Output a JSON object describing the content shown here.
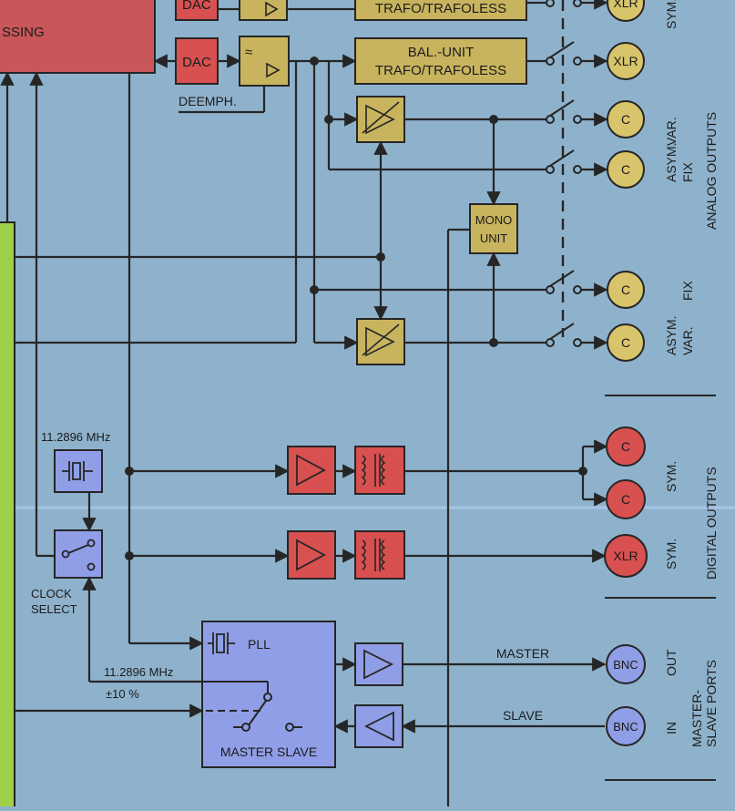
{
  "blocks": {
    "processing": "SSING",
    "dac_top": "DAC",
    "dac": "DAC",
    "deemph": "DEEMPH.",
    "bal_top": "TRAFO/TRAFOLESS",
    "bal_unit_line1": "BAL.-UNIT",
    "bal_unit_line2": "TRAFO/TRAFOLESS",
    "mono_line1": "MONO",
    "mono_line2": "UNIT",
    "osc_freq": "11.2896 MHz",
    "clock_select_line1": "CLOCK",
    "clock_select_line2": "SELECT",
    "pll": "PLL",
    "master_slave": "MASTER SLAVE",
    "vco_freq": "11.2896 MHz",
    "vco_range": "±10 %",
    "master": "MASTER",
    "slave": "SLAVE"
  },
  "connectors": {
    "xlr_top": "XLR",
    "xlr_bal": "XLR",
    "c_analog_1": "C",
    "c_analog_2": "C",
    "c_analog_3": "C",
    "c_analog_4": "C",
    "c_dig_1": "C",
    "c_dig_2": "C",
    "xlr_dig": "XLR",
    "bnc_out": "BNC",
    "bnc_in": "BNC"
  },
  "side_labels": {
    "sym_top": "SYM.",
    "var_1": "VAR.",
    "asym_1": "ASYM.",
    "fix_1": "FIX",
    "analog_outputs": "ANALOG OUTPUTS",
    "fix_2": "FIX",
    "asym_2": "ASYM.",
    "var_2": "VAR.",
    "sym_dig_1": "SYM.",
    "sym_dig_2": "SYM.",
    "digital_outputs": "DIGITAL OUTPUTS",
    "out": "OUT",
    "in": "IN",
    "master_slave_ports_1": "MASTER-",
    "master_slave_ports_2": "SLAVE PORTS"
  },
  "colors": {
    "background": "#8fb2cc",
    "processor": "#c8565a",
    "green_block": "#9ed04a",
    "olive_block": "#c8b45e",
    "connector": "#d8c46a",
    "red_block": "#d85050",
    "purple_block": "#8f9ee6",
    "line": "#262626"
  }
}
